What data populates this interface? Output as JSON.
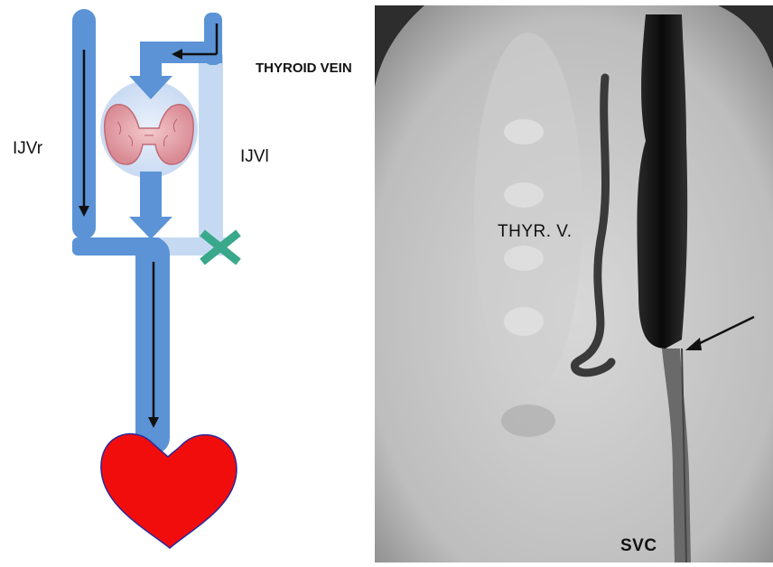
{
  "diagram": {
    "labels": {
      "thyroid_vein": "THYROID VEIN",
      "ijv_right": "IJVr",
      "ijv_left": "IJVl"
    },
    "colors": {
      "vein_active": "#5b93d6",
      "vein_blocked": "#c5daf2",
      "heart": "#f20d0d",
      "occlusion_mark": "#3aa88a",
      "flow_arrow": "#111111"
    }
  },
  "xray": {
    "labels": {
      "thyroid_vein": "THYR. V.",
      "svc": "SVC"
    }
  }
}
